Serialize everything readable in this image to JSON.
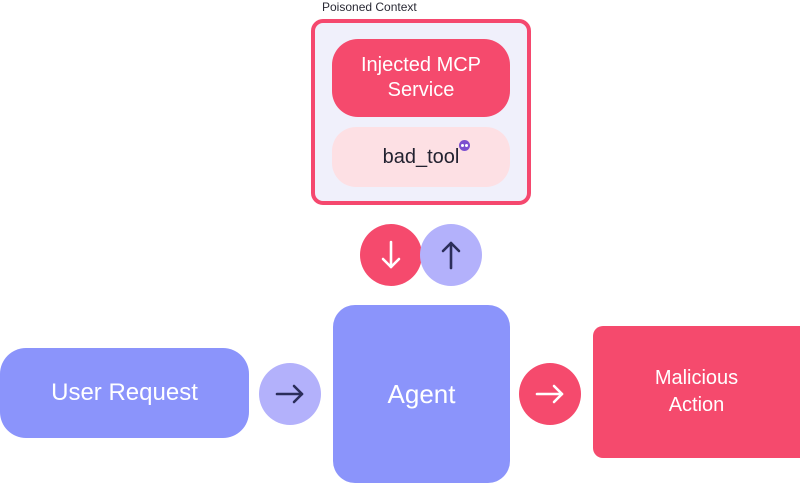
{
  "context": {
    "title": "Poisoned Context",
    "injected_service_lines": [
      "Injected MCP",
      "Service"
    ],
    "bad_tool_label": "bad_tool",
    "badge_icon": "robot-face-icon"
  },
  "flow": {
    "user_request": "User Request",
    "agent": "Agent",
    "malicious_action_lines": [
      "Malicious",
      "Action"
    ]
  },
  "arrows": {
    "from_context": "arrow-down-icon",
    "to_context": "arrow-up-icon",
    "user_to_agent": "arrow-right-icon",
    "agent_to_action": "arrow-right-icon"
  },
  "colors": {
    "danger": "#f54a6d",
    "danger_light": "#fde0e4",
    "agent_blue": "#8b94fb",
    "lavender": "#b3b1fb",
    "context_bg": "#f0f0fb",
    "arrow_dark": "#2b2d5a"
  }
}
